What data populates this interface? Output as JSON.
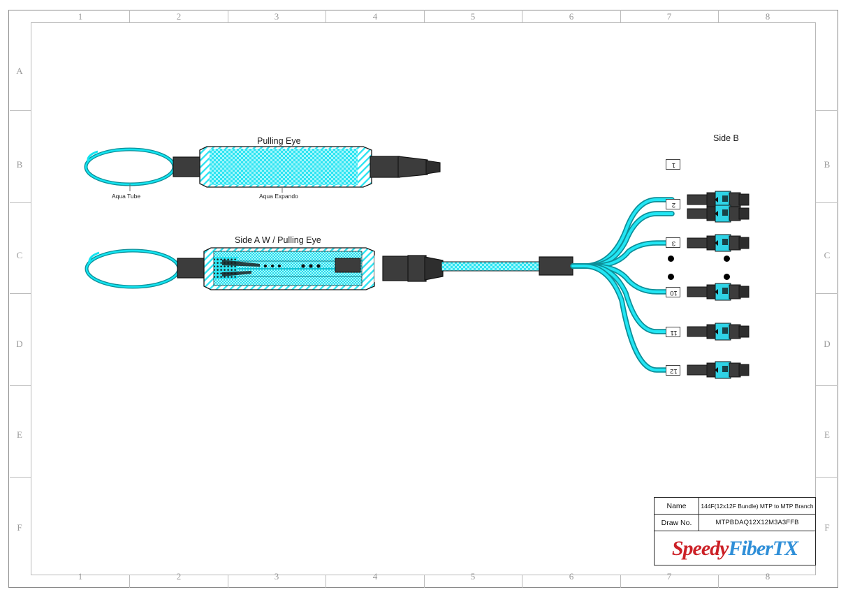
{
  "sheet": {
    "zone_numbers": [
      "1",
      "2",
      "3",
      "4",
      "5",
      "6",
      "7",
      "8"
    ],
    "zone_letters_left": [
      "A",
      "B",
      "C",
      "D",
      "E",
      "F"
    ],
    "zone_letters_right": [
      "B",
      "C",
      "D",
      "E",
      "F"
    ]
  },
  "drawing": {
    "detail_view": {
      "title": "Pulling Eye",
      "callouts": [
        {
          "text": "Aqua Tube"
        },
        {
          "text": "Aqua Expando"
        }
      ]
    },
    "main_view": {
      "title": "Side A W / Pulling Eye",
      "side_b_title": "Side B"
    },
    "branches": [
      {
        "tag": "1"
      },
      {
        "tag": "2"
      },
      {
        "tag": "3"
      },
      {
        "tag": "10"
      },
      {
        "tag": "11"
      },
      {
        "tag": "12"
      }
    ],
    "colors": {
      "aqua": "#12e2ee",
      "aqua_dark": "#0aa8b8",
      "teal_stroke": "#0d8f99",
      "boot_dark": "#3c3c3c",
      "connector_body": "#2ec9dd",
      "frame_gray": "#8a8a8a"
    }
  },
  "title_block": {
    "rows": [
      {
        "key": "Name",
        "value": "144F(12x12F Bundle) MTP to MTP Branch"
      },
      {
        "key": "Draw No.",
        "value": "MTPBDAQ12X12M3A3FFB"
      }
    ],
    "logo": {
      "part_a": "Speedy",
      "part_b": "FiberTX"
    }
  }
}
